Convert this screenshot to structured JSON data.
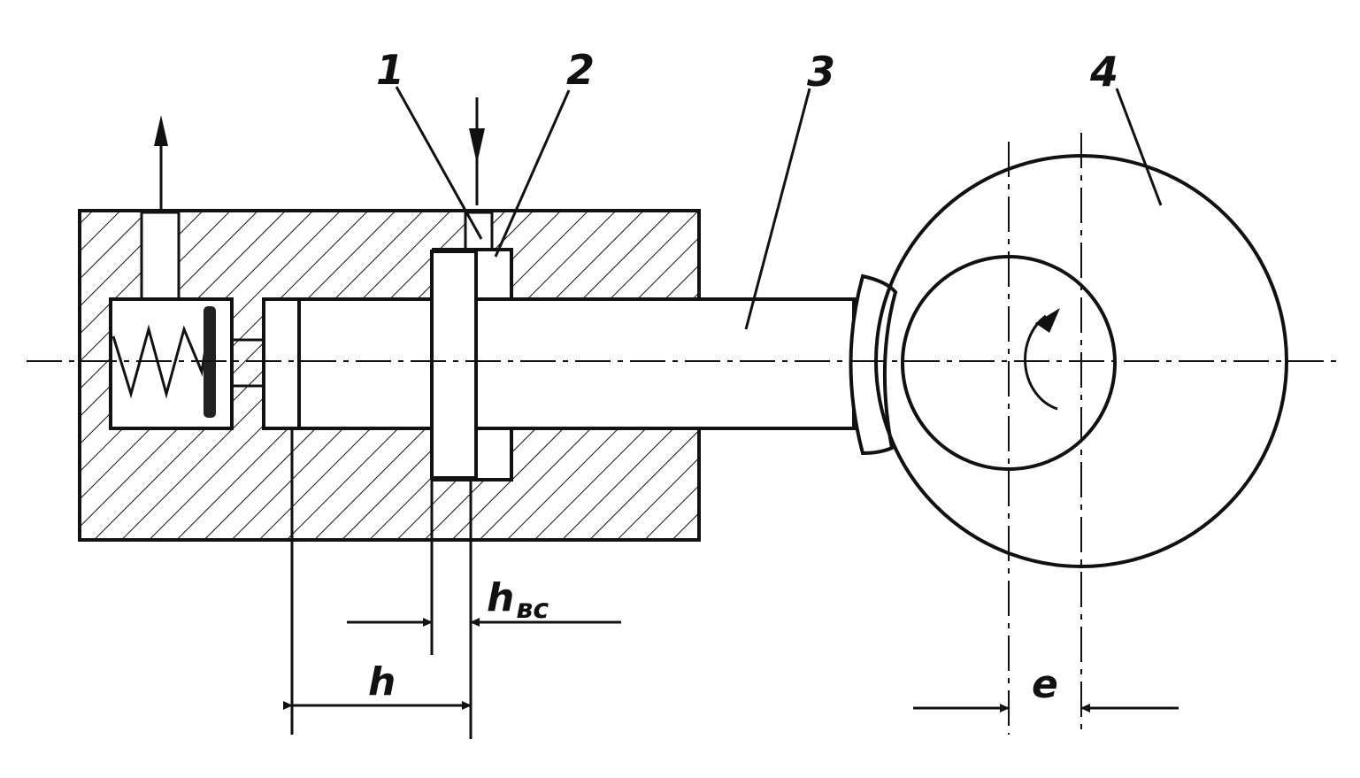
{
  "labels": {
    "part1": "1",
    "part2": "2",
    "part3": "3",
    "part4": "4",
    "stroke_h": "h",
    "suction_h_main": "h",
    "suction_h_sub": "вс",
    "eccentricity": "e"
  }
}
